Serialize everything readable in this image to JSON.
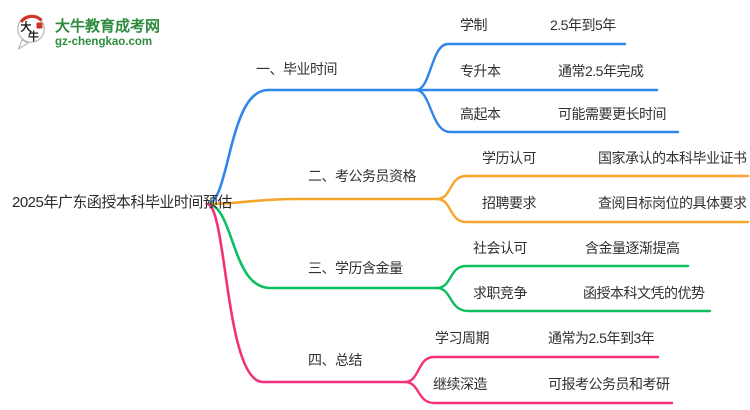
{
  "logo": {
    "icon_char1": "大",
    "icon_char2": "牛",
    "site_name": "大牛教育成考网",
    "site_url": "gz-chengkao.com"
  },
  "central_topic": "2025年广东函授本科毕业时间预估",
  "colors": {
    "branch1": "#2F86EC",
    "branch2": "#F7A52A",
    "branch3": "#0CBF5F",
    "branch4": "#F2317C",
    "logo_green": "#2e8b3e",
    "logo_red": "#cf3428",
    "text": "#303030"
  },
  "branches": [
    {
      "label": "一、毕业时间",
      "children": [
        {
          "label": "学制",
          "value": "2.5年到5年"
        },
        {
          "label": "专升本",
          "value": "通常2.5年完成"
        },
        {
          "label": "高起本",
          "value": "可能需要更长时间"
        }
      ]
    },
    {
      "label": "二、考公务员资格",
      "children": [
        {
          "label": "学历认可",
          "value": "国家承认的本科毕业证书"
        },
        {
          "label": "招聘要求",
          "value": "查阅目标岗位的具体要求"
        }
      ]
    },
    {
      "label": "三、学历含金量",
      "children": [
        {
          "label": "社会认可",
          "value": "含金量逐渐提高"
        },
        {
          "label": "求职竞争",
          "value": "函授本科文凭的优势"
        }
      ]
    },
    {
      "label": "四、总结",
      "children": [
        {
          "label": "学习周期",
          "value": "通常为2.5年到3年"
        },
        {
          "label": "继续深造",
          "value": "可报考公务员和考研"
        }
      ]
    }
  ]
}
